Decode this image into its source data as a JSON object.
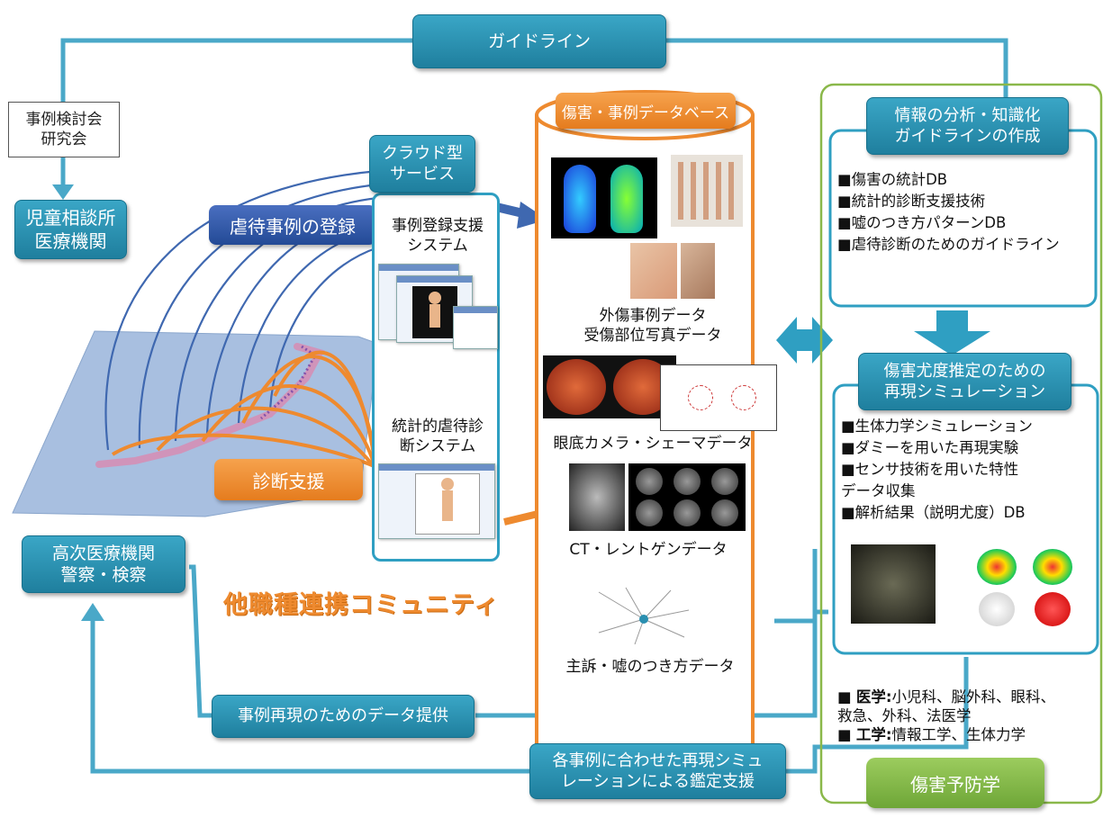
{
  "guideline": "ガイドライン",
  "case_review": {
    "line1": "事例検討会",
    "line2": "研究会"
  },
  "child_guidance": {
    "line1": "児童相談所",
    "line2": "医療機関"
  },
  "registration": "虐待事例の登録",
  "diagnosis_support": "診断支援",
  "higher_medical": {
    "line1": "高次医療機関",
    "line2": "警察・検察"
  },
  "community": "他職種連携コミュニティ",
  "cloud": {
    "title_line1": "クラウド型",
    "title_line2": "サービス",
    "registration_system_line1": "事例登録支援",
    "registration_system_line2": "システム",
    "stat_system_line1": "統計的虐待診",
    "stat_system_line2": "断システム"
  },
  "database": {
    "title": "傷害・事例データベース",
    "trauma_line1": "外傷事例データ",
    "trauma_line2": "受傷部位写真データ",
    "fundus": "眼底カメラ・シェーマデータ",
    "ct": "CT・レントゲンデータ",
    "complaint": "主訴・嘘のつき方データ"
  },
  "analysis": {
    "title_line1": "情報の分析・知識化",
    "title_line2": "ガイドラインの作成",
    "items": [
      "■傷害の統計DB",
      "■統計的診断支援技術",
      "■嘘のつき方パターンDB",
      "■虐待診断のためのガイドライン"
    ]
  },
  "simulation": {
    "title_line1": "傷害尤度推定のための",
    "title_line2": "再現シミュレーション",
    "items": [
      "■生体力学シミュレーション",
      "■ダミーを用いた再現実験",
      "■センサ技術を用いた特性",
      "データ収集",
      "■解析結果（説明尤度）DB"
    ]
  },
  "data_provision": "事例再現のためのデータ提供",
  "appraisal": {
    "line1": "各事例に合わせた再現シミュ",
    "line2": "レーションによる鑑定支援"
  },
  "fields": {
    "medical_label": "医学:",
    "medical_text1": "小児科、脳外科、眼科、",
    "medical_text2": "救急、外科、法医学",
    "eng_label": "工学:",
    "eng_text": "情報工学、生体力学"
  },
  "prevention": "傷害予防学",
  "colors": {
    "teal": "#2490b0",
    "orange": "#ee8a2f",
    "green": "#8ab84a",
    "navy": "#2d58a8"
  }
}
